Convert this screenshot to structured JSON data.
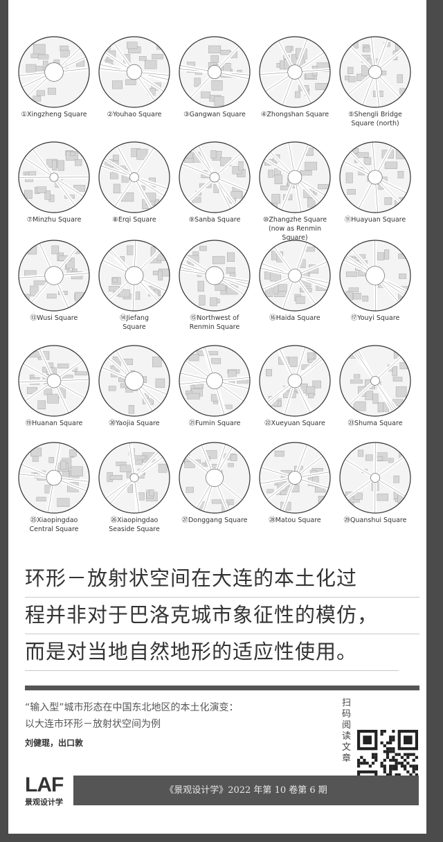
{
  "squares": [
    {
      "label": "①Xingzheng Square"
    },
    {
      "label": "②Youhao Square"
    },
    {
      "label": "③Gangwan Square"
    },
    {
      "label": "④Zhongshan Square"
    },
    {
      "label": "⑤Shengli Bridge\nSquare (north)"
    },
    {
      "label": "⑦Minzhu Square"
    },
    {
      "label": "⑧Erqi Square"
    },
    {
      "label": "⑨Sanba Square"
    },
    {
      "label": "⑩Zhangzhe Square\n(now as Renmin Square)"
    },
    {
      "label": "⑪Huayuan Square"
    },
    {
      "label": "⑬Wusi Square"
    },
    {
      "label": "⑭Jiefang\nSquare"
    },
    {
      "label": "⑮Northwest of\nRenmin Square"
    },
    {
      "label": "⑯Haida Square"
    },
    {
      "label": "⑰Youyi Square"
    },
    {
      "label": "⑲Huanan Square"
    },
    {
      "label": "⑳Yaojia Square"
    },
    {
      "label": "㉑Fumin Square"
    },
    {
      "label": "㉒Xueyuan Square"
    },
    {
      "label": "㉓Shuma Square"
    },
    {
      "label": "㉕Xiaopingdao\nCentral Square"
    },
    {
      "label": "㉖Xiaopingdao\nSeaside Square"
    },
    {
      "label": "㉗Donggang Square"
    },
    {
      "label": "㉘Matou Square"
    },
    {
      "label": "㉙Quanshui Square"
    }
  ],
  "quote": [
    "环形－放射状空间在大连的本土化过",
    "程并非对于巴洛克城市象征性的模仿，",
    "而是对当地自然地形的适应性使用。"
  ],
  "article": {
    "title_line1": "“输入型”城市形态在中国东北地区的本土化演变：",
    "title_line2": "以大连市环形－放射状空间为例",
    "authors": "刘健琨，出口敦",
    "scan_label": "扫码阅读文章"
  },
  "logo": {
    "text": "LAF",
    "subtitle": "景观设计学"
  },
  "footer": "《景观设计学》2022 年第 10 卷第 6 期"
}
